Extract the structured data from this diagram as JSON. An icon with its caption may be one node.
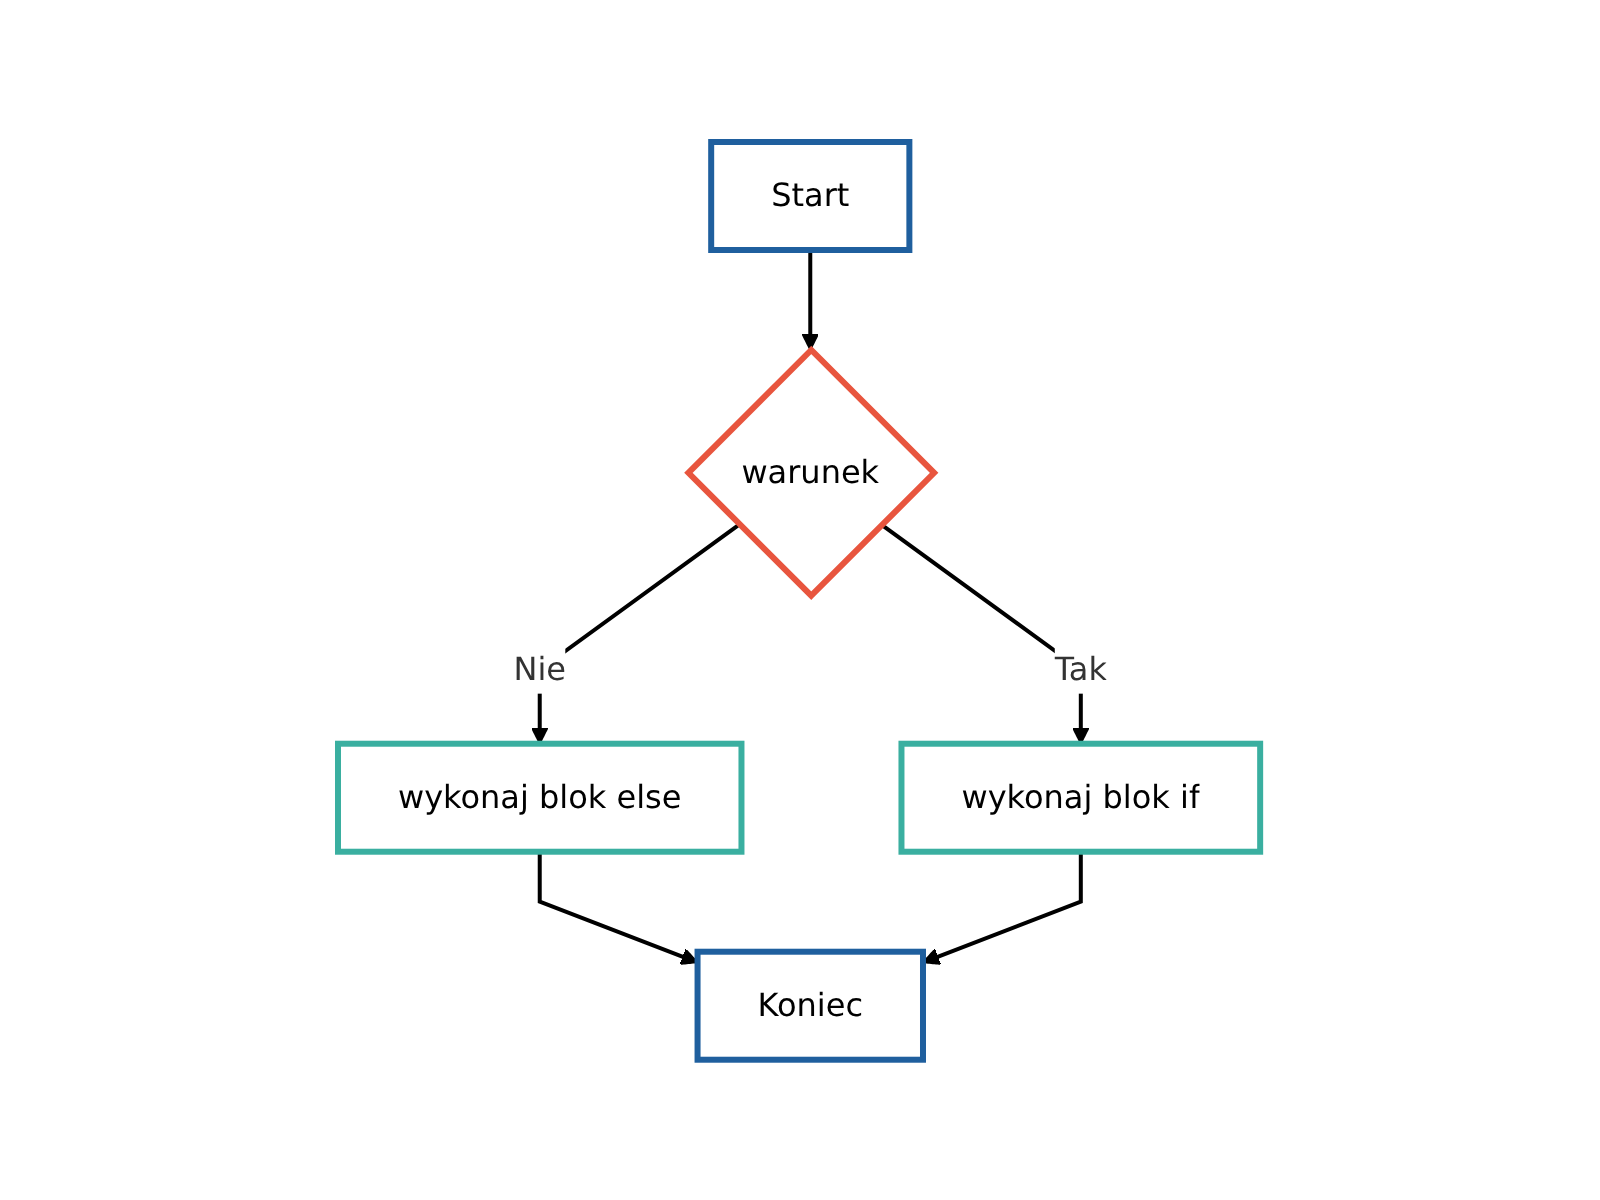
{
  "diagram": {
    "nodes": [
      {
        "text": [
          "Start"
        ]
      },
      {
        "text": [
          "warunek"
        ]
      },
      {
        "text": [
          "wykonaj blok else"
        ]
      },
      {
        "text": [
          "wykonaj blok if"
        ]
      },
      {
        "text": [
          "Koniec"
        ]
      }
    ],
    "edges": [
      {
        "from": 0,
        "to": 1,
        "arrow": "to"
      },
      {
        "from": 1,
        "to": 2,
        "arrow": "to",
        "label": "Nie"
      },
      {
        "from": 1,
        "to": 3,
        "arrow": "to",
        "label": "Tak"
      },
      {
        "from": 2,
        "to": 4,
        "arrow": "to"
      },
      {
        "from": 3,
        "to": 4,
        "arrow": "to"
      }
    ]
  }
}
